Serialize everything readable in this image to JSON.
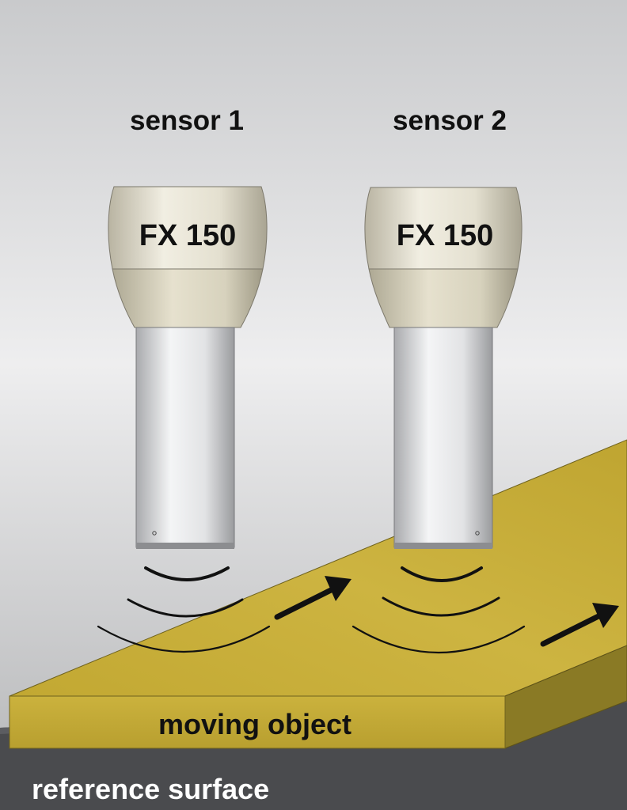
{
  "sensors": [
    {
      "label": "sensor 1",
      "model": "FX 150"
    },
    {
      "label": "sensor 2",
      "model": "FX 150"
    }
  ],
  "object": {
    "label": "moving object"
  },
  "reference": {
    "label": "reference surface"
  },
  "colors": {
    "background_top": "#c9cacc",
    "background_mid": "#eeeeef",
    "background_bottom": "#b3b4b6",
    "sensor_head": "#ddd9c8",
    "sensor_neck": "#d6d1be",
    "sensor_body": "#e2e3e5",
    "object_top": "#c8ae3a",
    "object_front": "#c4ab36",
    "object_side": "#8a7a25",
    "reference_surface": "#4a4b4e",
    "text": "#111111",
    "waves": "#111111"
  },
  "icons": [
    "sound-wave-icon",
    "direction-arrow-icon"
  ]
}
